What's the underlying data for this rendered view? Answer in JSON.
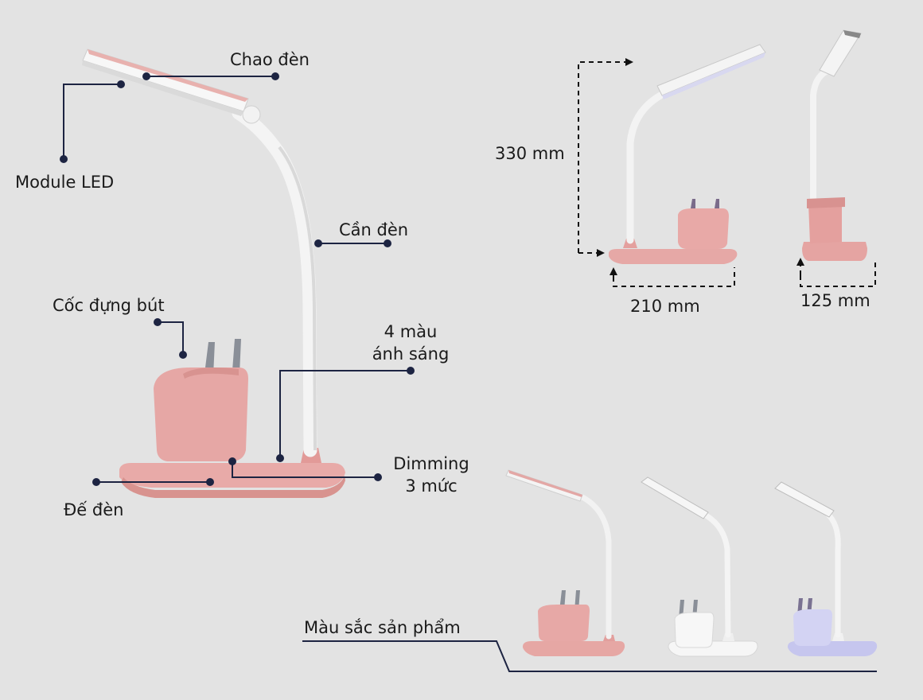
{
  "colors": {
    "background": "#e3e3e3",
    "leader_line": "#1d2442",
    "pink": "#e4a8a6",
    "white": "#f5f5f5",
    "lavender": "#c9c9ef"
  },
  "parts": {
    "lamp_head": "Chao đèn",
    "led_module": "Module LED",
    "lamp_arm": "Cần đèn",
    "pen_cup": "Cốc đựng bút",
    "light_colors_line1": "4 màu",
    "light_colors_line2": "ánh sáng",
    "dimming_line1": "Dimming",
    "dimming_line2": "3 mức",
    "base": "Đế đèn"
  },
  "dimensions": {
    "height": "330 mm",
    "width": "210 mm",
    "depth": "125 mm"
  },
  "color_options": {
    "title": "Màu sắc sản phẩm",
    "variants": [
      "pink",
      "white",
      "lavender"
    ]
  }
}
